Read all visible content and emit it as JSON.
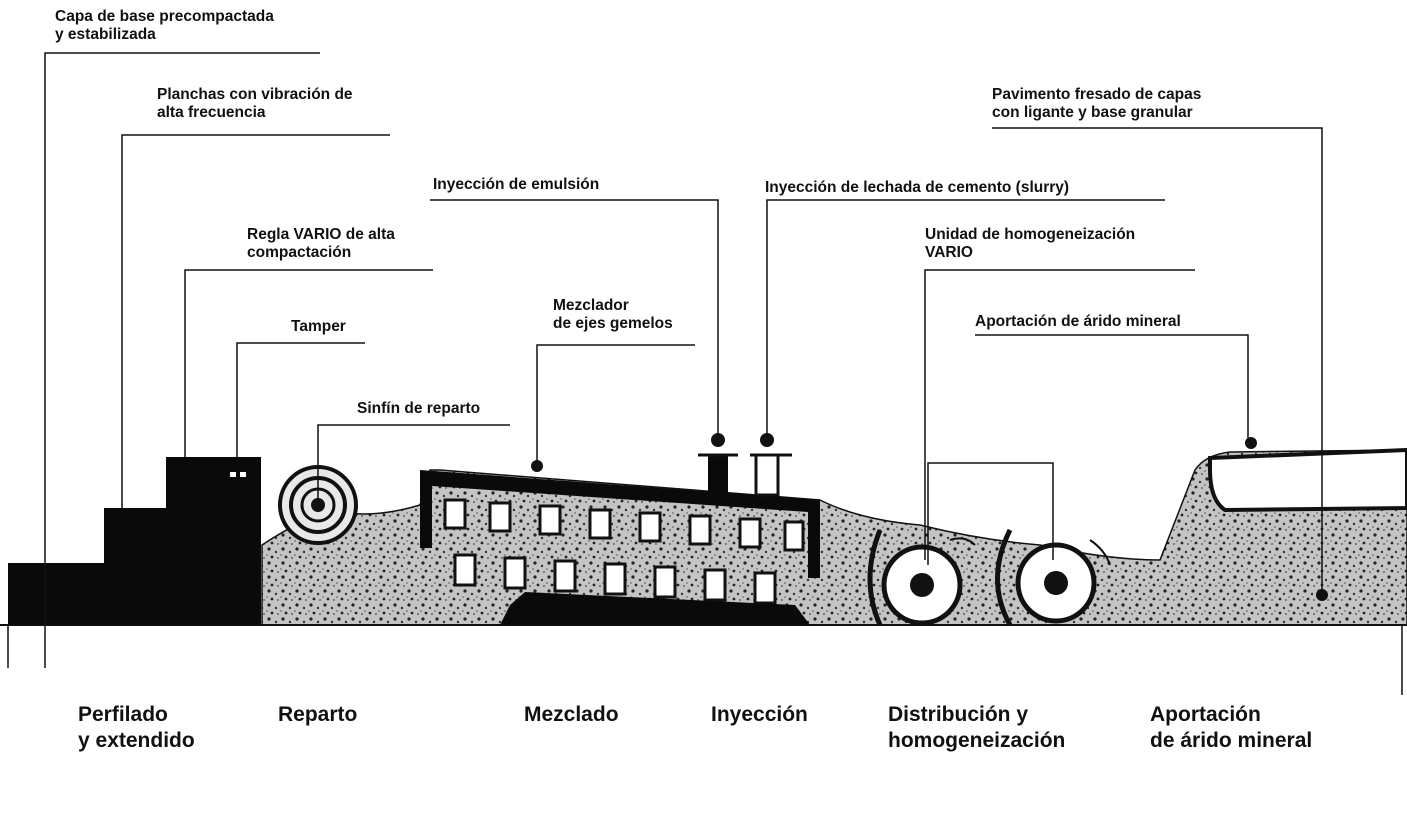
{
  "callouts": {
    "capa_base": [
      "Capa de base precompactada",
      "y estabilizada"
    ],
    "planchas": [
      "Planchas con vibración de",
      "alta frecuencia"
    ],
    "regla": [
      "Regla VARIO de alta",
      "compactación"
    ],
    "tamper": [
      "Tamper"
    ],
    "sinfin": [
      "Sinfín de reparto"
    ],
    "mezclador": [
      "Mezclador",
      "de ejes gemelos"
    ],
    "emulsion": [
      "Inyección de emulsión"
    ],
    "lechada": [
      "Inyección de lechada de cemento (slurry)"
    ],
    "homogeneizacion": [
      "Unidad de homogeneización",
      "VARIO"
    ],
    "arido": [
      "Aportación de árido mineral"
    ],
    "pavimento": [
      "Pavimento fresado de capas",
      "con ligante y base granular"
    ]
  },
  "stages": [
    [
      "Perfilado",
      "y extendido"
    ],
    [
      "Reparto"
    ],
    [
      "Mezclado"
    ],
    [
      "Inyección"
    ],
    [
      "Distribución y",
      "homogeneización"
    ],
    [
      "Aportación",
      "de árido mineral"
    ]
  ],
  "colors": {
    "ink": "#111111",
    "paper": "#ffffff",
    "aggregate": "#b9b9b9"
  }
}
